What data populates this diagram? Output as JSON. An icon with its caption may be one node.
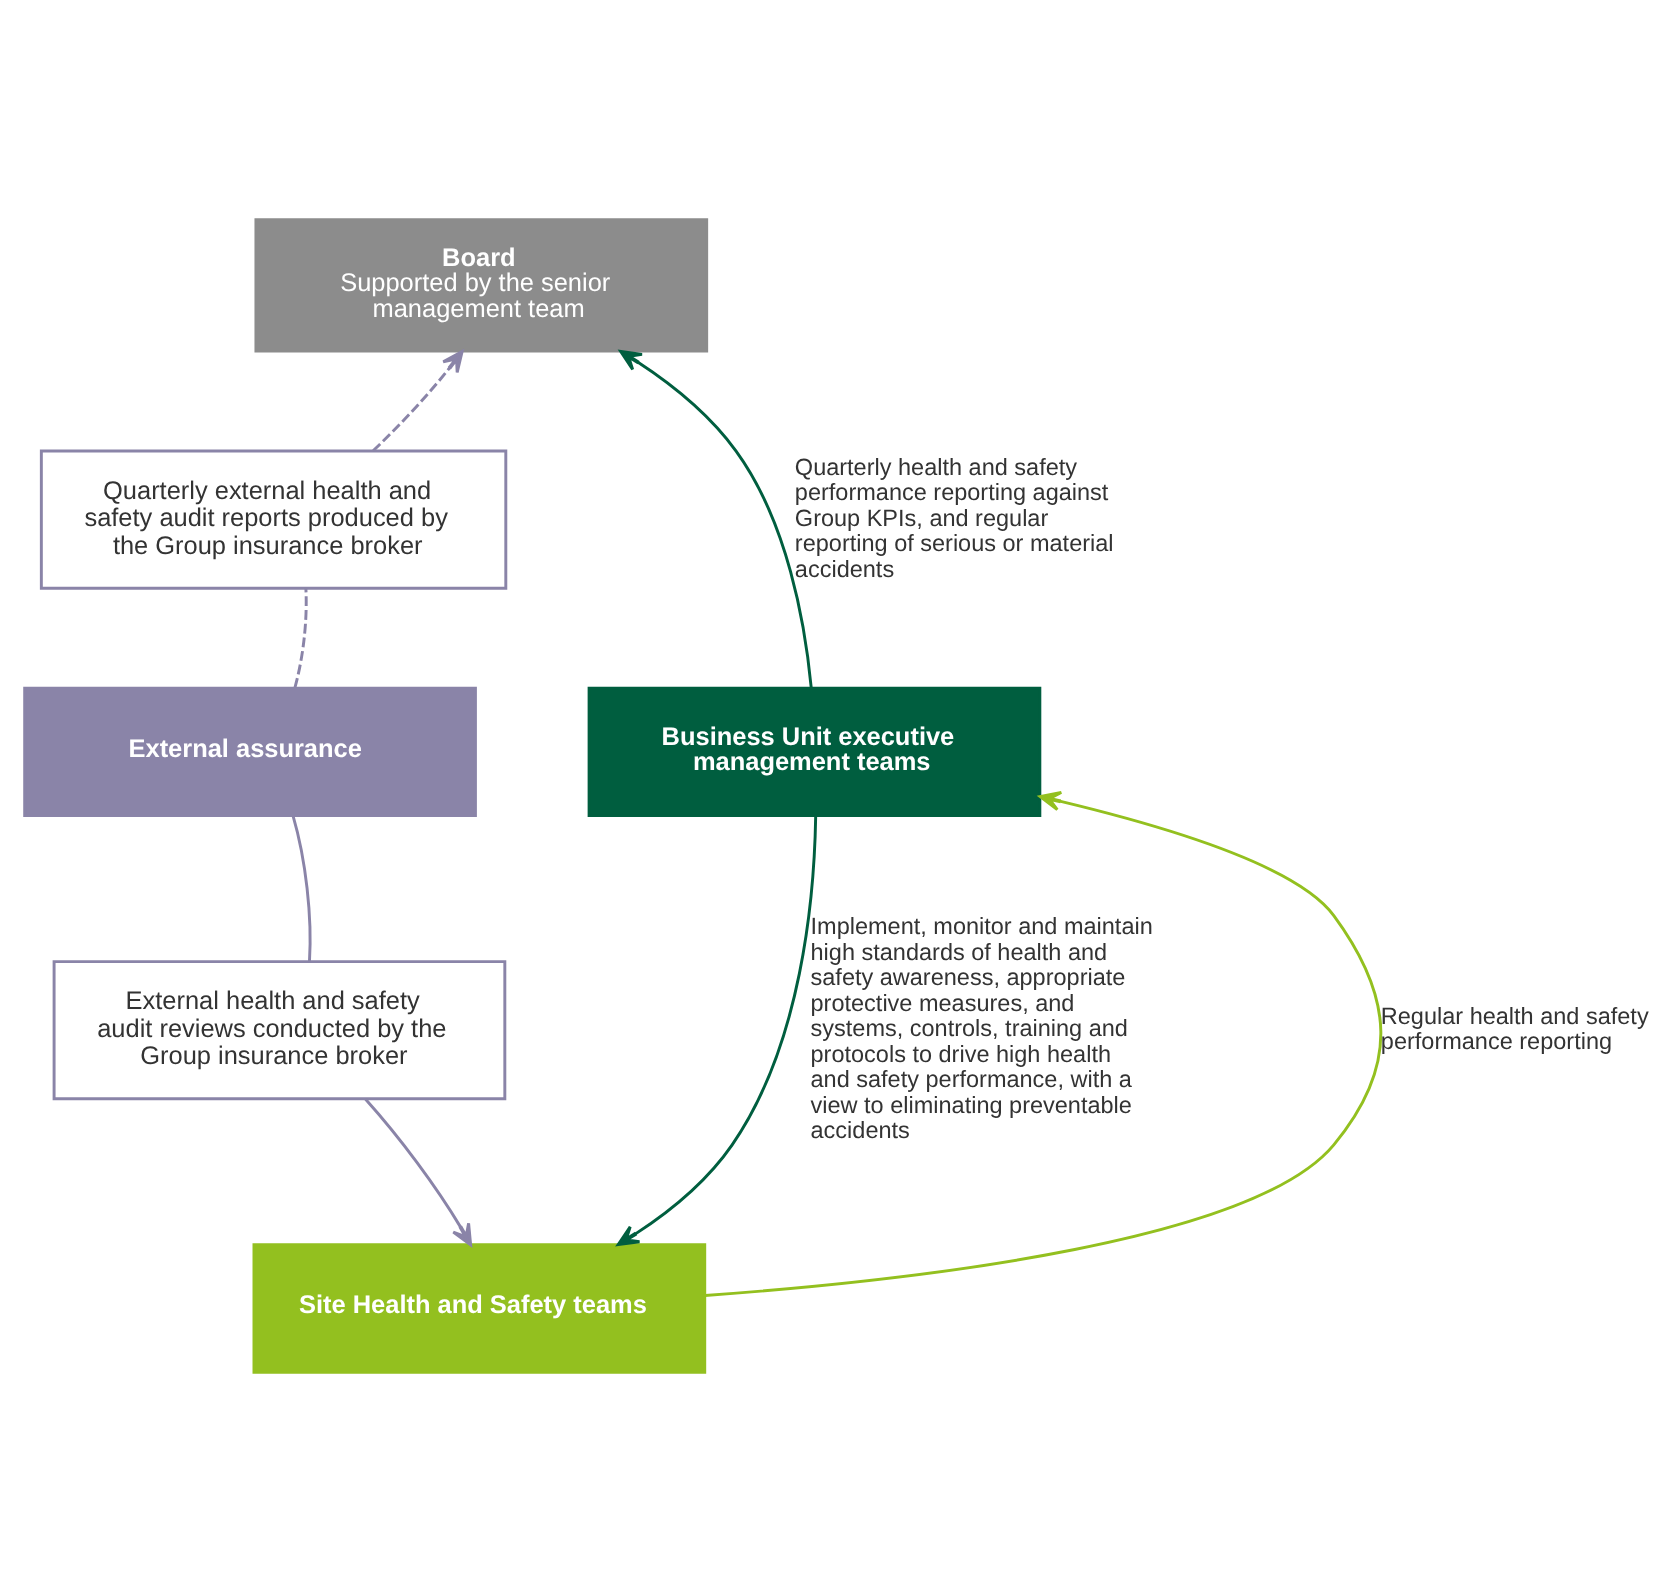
{
  "diagram": {
    "nodes": [
      {
        "text": [
          "Board",
          "Supported by the senior management team"
        ]
      },
      {
        "text": [
          "Quarterly external health and safety audit reports produced by the Group insurance broker"
        ]
      },
      {
        "text": [
          "External assurance"
        ]
      },
      {
        "text": [
          "Business Unit executive management teams"
        ]
      },
      {
        "text": [
          "External health and safety audit reviews conducted by the Group insurance broker"
        ]
      },
      {
        "text": [
          "Site Health and Safety teams"
        ]
      }
    ],
    "edges": [
      {
        "from": 2,
        "to": 1,
        "arrow": "none",
        "style": "dashed",
        "color": "#8a84a8"
      },
      {
        "from": 1,
        "to": 0,
        "arrow": "to",
        "style": "dashed",
        "color": "#8a84a8"
      },
      {
        "from": 2,
        "to": 4,
        "arrow": "none",
        "color": "#8a84a8"
      },
      {
        "from": 4,
        "to": 5,
        "arrow": "to",
        "color": "#8a84a8"
      },
      {
        "from": 3,
        "to": 0,
        "arrow": "to",
        "label": "Quarterly health and safety performance reporting against Group KPIs, and regular reporting of serious or material accidents",
        "color": "#005e3f"
      },
      {
        "from": 5,
        "to": 3,
        "arrow": "to",
        "label": "Regular health and safety performance reporting",
        "color": "#93c01f"
      },
      {
        "from": 3,
        "to": 5,
        "arrow": "to",
        "label": "Implement, monitor and maintain high standards of health and safety awareness, appropriate protective measures, and systems, controls, training and protocols to drive high health and safety performance, with a view to eliminating preventable accidents",
        "color": "#005e3f"
      }
    ]
  }
}
